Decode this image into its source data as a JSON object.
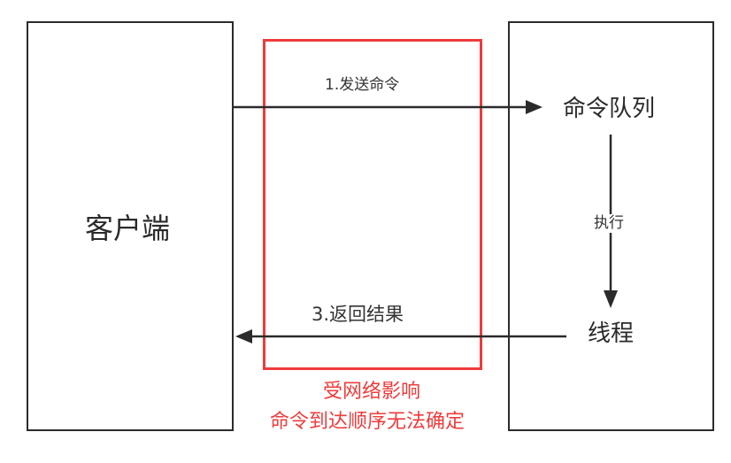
{
  "nodes": {
    "client": "客户端",
    "command_queue": "命令队列",
    "thread": "线程"
  },
  "edges": {
    "send_command": "1.发送命令",
    "execute": "执行",
    "return_result": "3.返回结果"
  },
  "note": {
    "line1": "受网络影响",
    "line2": "命令到达顺序无法确定"
  },
  "colors": {
    "highlight": "#ef3b3b",
    "stroke": "#2b2b2b"
  }
}
